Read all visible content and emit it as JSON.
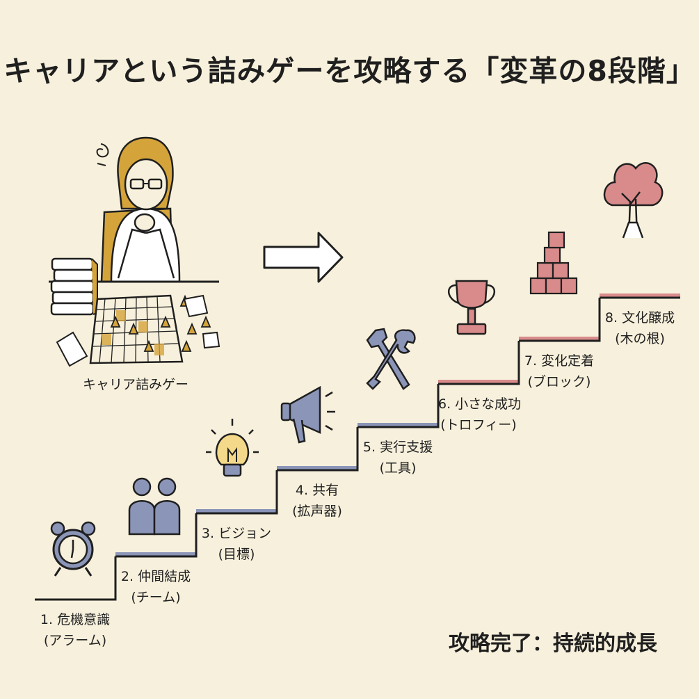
{
  "title": "キャリアという詰みゲーを攻略する「変革の8段階」",
  "game_caption": "キャリア詰みゲー",
  "final_text": "攻略完了：持続的成長",
  "colors": {
    "background": "#f7f0dc",
    "blue": "#8b95b8",
    "pink": "#d98b8b",
    "mustard": "#d4a43a",
    "ink": "#1f1f1f"
  },
  "steps": [
    {
      "label": "1. 危機意識",
      "sub": "(アラーム)",
      "icon": "alarm-clock-icon",
      "color": "#8b95b8"
    },
    {
      "label": "2. 仲間結成",
      "sub": "(チーム)",
      "icon": "team-icon",
      "color": "#8b95b8"
    },
    {
      "label": "3. ビジョン",
      "sub": "(目標)",
      "icon": "lightbulb-icon",
      "color": "#8b95b8"
    },
    {
      "label": "4. 共有",
      "sub": "(拡声器)",
      "icon": "megaphone-icon",
      "color": "#8b95b8"
    },
    {
      "label": "5. 実行支援",
      "sub": "(工具)",
      "icon": "tools-icon",
      "color": "#8b95b8"
    },
    {
      "label": "6. 小さな成功",
      "sub": "(トロフィー)",
      "icon": "trophy-icon",
      "color": "#d98b8b"
    },
    {
      "label": "7. 変化定着",
      "sub": "(ブロック)",
      "icon": "blocks-icon",
      "color": "#d98b8b"
    },
    {
      "label": "8. 文化醸成",
      "sub": "(木の根)",
      "icon": "tree-icon",
      "color": "#d98b8b"
    }
  ]
}
